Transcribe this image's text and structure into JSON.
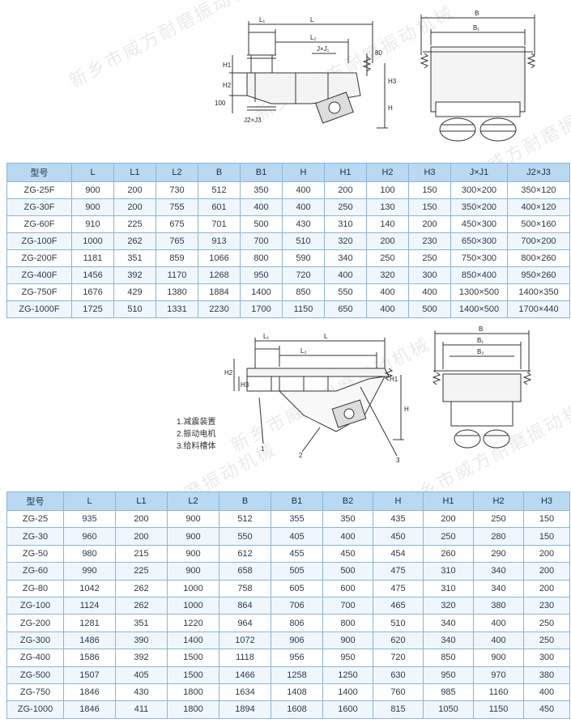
{
  "watermark": "新乡市威方耐磨振动机械",
  "drawing1": {
    "side_labels": {
      "L1": "L₁",
      "L": "L",
      "L2": "L₂",
      "JxJ1": "J×J₁",
      "H1": "H1",
      "H2": "H2",
      "H3": "H3",
      "H": "H",
      "J2xJ3": "J2×J3",
      "dim100": "100",
      "dim80": "80"
    },
    "end_labels": {
      "B": "B",
      "B1": "B₁"
    }
  },
  "drawing2": {
    "side_labels": {
      "L1": "L₁",
      "L": "L",
      "L2": "L₂",
      "H2": "H2",
      "H3": "H3",
      "H1": "H1",
      "H": "H",
      "p1": "1",
      "p2": "2",
      "p3": "3"
    },
    "end_labels": {
      "B": "B",
      "B1": "B₁",
      "B2": "B₂"
    }
  },
  "legend": [
    "1.减震装置",
    "2.振动电机",
    "3.给料槽体"
  ],
  "table1": {
    "headers": [
      "型号",
      "L",
      "L1",
      "L2",
      "B",
      "B1",
      "H",
      "H1",
      "H2",
      "H3",
      "J×J1",
      "J2×J3"
    ],
    "rows": [
      [
        "ZG-25F",
        "900",
        "200",
        "730",
        "512",
        "350",
        "400",
        "200",
        "100",
        "150",
        "300×200",
        "350×120"
      ],
      [
        "ZG-30F",
        "900",
        "200",
        "755",
        "601",
        "400",
        "400",
        "250",
        "130",
        "150",
        "350×200",
        "400×120"
      ],
      [
        "ZG-60F",
        "910",
        "225",
        "675",
        "701",
        "500",
        "430",
        "310",
        "140",
        "200",
        "450×300",
        "500×160"
      ],
      [
        "ZG-100F",
        "1000",
        "262",
        "765",
        "913",
        "700",
        "510",
        "320",
        "200",
        "230",
        "650×300",
        "700×200"
      ],
      [
        "ZG-200F",
        "1181",
        "351",
        "859",
        "1066",
        "800",
        "590",
        "340",
        "250",
        "250",
        "750×300",
        "800×260"
      ],
      [
        "ZG-400F",
        "1456",
        "392",
        "1170",
        "1268",
        "950",
        "720",
        "400",
        "320",
        "300",
        "850×400",
        "950×260"
      ],
      [
        "ZG-750F",
        "1676",
        "429",
        "1380",
        "1884",
        "1400",
        "850",
        "550",
        "400",
        "400",
        "1300×500",
        "1400×350"
      ],
      [
        "ZG-1000F",
        "1725",
        "510",
        "1331",
        "2230",
        "1700",
        "1150",
        "650",
        "400",
        "500",
        "1400×500",
        "1700×440"
      ]
    ]
  },
  "table2": {
    "headers": [
      "型号",
      "L",
      "L1",
      "L2",
      "B",
      "B1",
      "B2",
      "H",
      "H1",
      "H2",
      "H3"
    ],
    "rows": [
      [
        "ZG-25",
        "935",
        "200",
        "900",
        "512",
        "355",
        "350",
        "435",
        "200",
        "250",
        "150"
      ],
      [
        "ZG-30",
        "960",
        "200",
        "900",
        "550",
        "405",
        "400",
        "450",
        "250",
        "280",
        "150"
      ],
      [
        "ZG-50",
        "980",
        "215",
        "900",
        "612",
        "455",
        "450",
        "454",
        "260",
        "290",
        "200"
      ],
      [
        "ZG-60",
        "990",
        "225",
        "900",
        "658",
        "505",
        "500",
        "475",
        "310",
        "340",
        "200"
      ],
      [
        "ZG-80",
        "1042",
        "262",
        "1000",
        "758",
        "605",
        "600",
        "475",
        "310",
        "340",
        "200"
      ],
      [
        "ZG-100",
        "1124",
        "262",
        "1000",
        "864",
        "706",
        "700",
        "465",
        "320",
        "380",
        "230"
      ],
      [
        "ZG-200",
        "1281",
        "351",
        "1220",
        "964",
        "806",
        "800",
        "510",
        "340",
        "400",
        "250"
      ],
      [
        "ZG-300",
        "1486",
        "390",
        "1400",
        "1072",
        "906",
        "900",
        "620",
        "340",
        "400",
        "250"
      ],
      [
        "ZG-400",
        "1586",
        "392",
        "1500",
        "1118",
        "956",
        "950",
        "720",
        "850",
        "900",
        "300"
      ],
      [
        "ZG-500",
        "1507",
        "405",
        "1500",
        "1466",
        "1258",
        "1250",
        "630",
        "950",
        "970",
        "380"
      ],
      [
        "ZG-750",
        "1846",
        "430",
        "1800",
        "1634",
        "1408",
        "1400",
        "760",
        "985",
        "1160",
        "400"
      ],
      [
        "ZG-1000",
        "1846",
        "411",
        "1800",
        "1894",
        "1608",
        "1600",
        "815",
        "1050",
        "1150",
        "450"
      ]
    ]
  }
}
